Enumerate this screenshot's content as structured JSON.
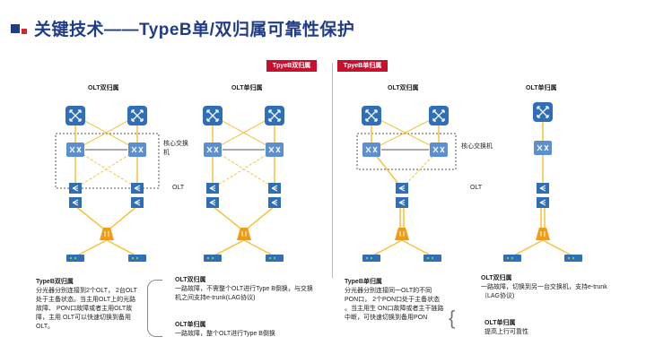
{
  "slide": {
    "title": "关键技术——TypeB单/双归属可靠性保护",
    "tag_left": "TpyeB双归属",
    "tag_right": "TpyeB单归属"
  },
  "diagrams": {
    "d1_header": "OLT双归属",
    "d2_header": "OLT单归属",
    "d3_header": "OLT双归属",
    "d4_header": "OLT单归属",
    "core_switch_label_a": "核心交换\n机",
    "olt_label_a": "OLT",
    "core_switch_label_b": "核心交换机",
    "olt_label_b": "OLT"
  },
  "descriptions": {
    "left_title": "TypeB双归属",
    "left_body": "分光器分别连接到2个OLT，  2台OLT处于主备状态。当主用OLT上的光路故障、    PON口故障或者主用OLT故障，主用    OLT可以快速切换到备用OLT。",
    "mid_top_title": "OLT双归属",
    "mid_top_body": "一路故障，不需整个OLT进行Type B倒换，与交换机之间支持e-trunk(LAG协议)",
    "mid_bottom_title": "OLT单归属",
    "mid_bottom_body": "一路故障，整个OLT进行Type B倒换",
    "right_title": "TypeB单归属",
    "right_body": "分光器分别连接同一OLT的不同PON口，  2个PON口处于主备状态 。当主用生 ON口故障或者主干链路中断，可快速切换到备用PON",
    "far_top_title": "OLT双归属",
    "far_top_body": "一路故障，切换到另一台交换机，支持e-trunk（LAG协议)",
    "far_bottom_title": "OLT单归属",
    "far_bottom_body": "提高上行可靠性"
  },
  "colors": {
    "title": "#1f3c88",
    "tag": "#c8102e",
    "device_blue": "#2e6fb7",
    "link_yellow": "#f5c33b",
    "splitter_orange": "#f39c12",
    "onu_green": "#8ec63f"
  },
  "icons": [
    "router-icon",
    "switch-icon",
    "olt-icon",
    "splitter-icon",
    "onu-icon"
  ]
}
